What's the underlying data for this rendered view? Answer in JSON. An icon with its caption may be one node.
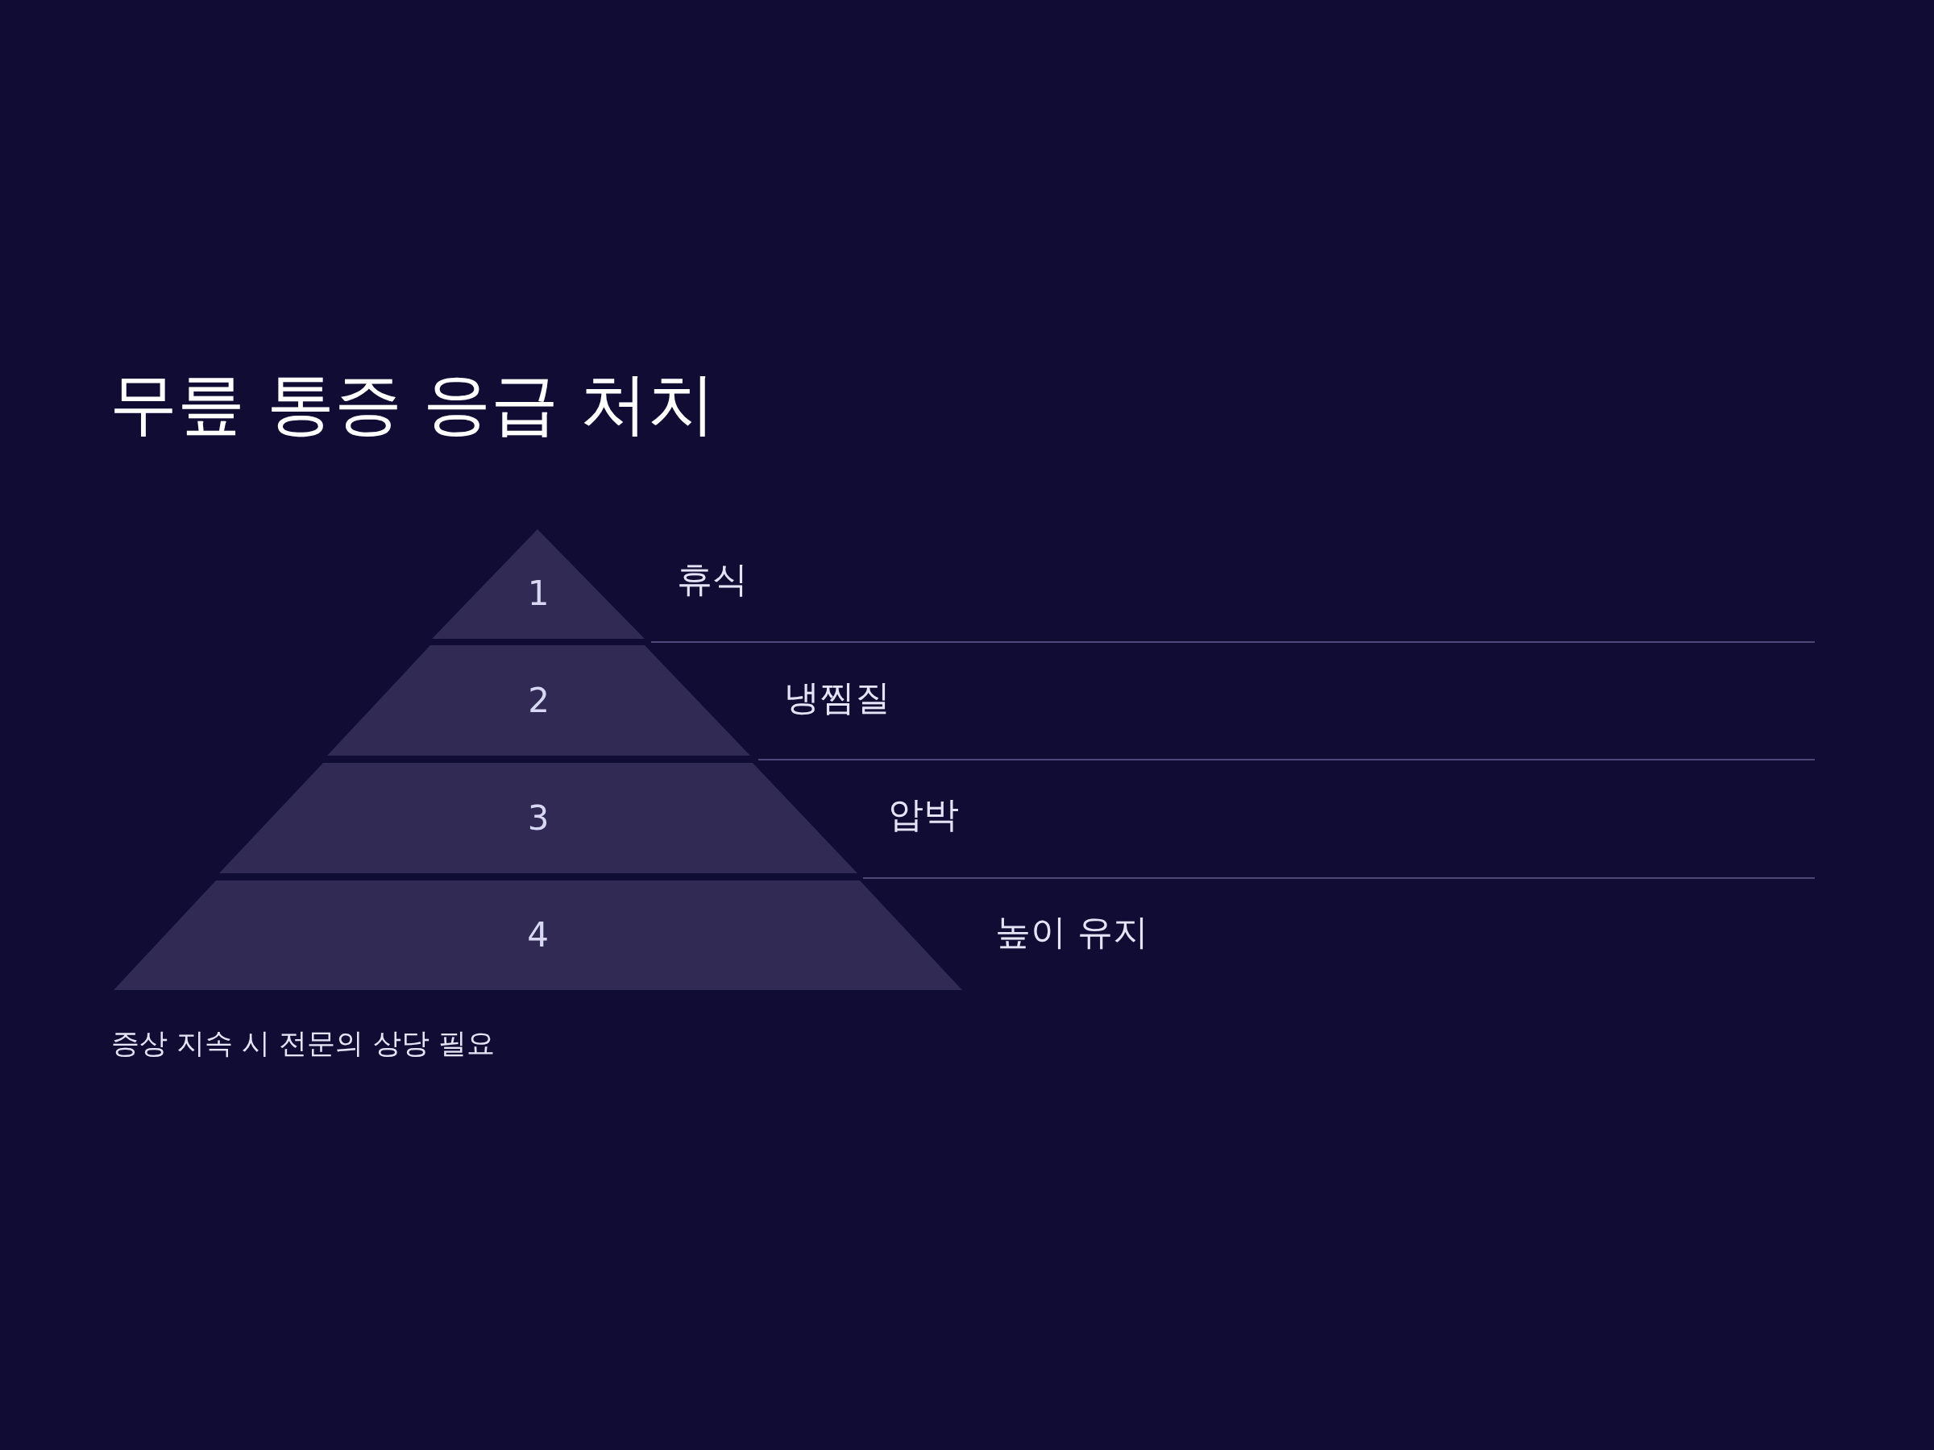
{
  "diagram": {
    "title": "무릎 통증 응급 처치",
    "nodes": [
      {
        "text": [
          "1"
        ],
        "beside": [
          "휴식"
        ]
      },
      {
        "text": [
          "2"
        ],
        "beside": [
          "냉찜질"
        ]
      },
      {
        "text": [
          "3"
        ],
        "beside": [
          "압박"
        ]
      },
      {
        "text": [
          "4"
        ],
        "beside": [
          "높이 유지"
        ]
      }
    ],
    "caption": "증상 지속 시 전문의 상당 필요"
  }
}
